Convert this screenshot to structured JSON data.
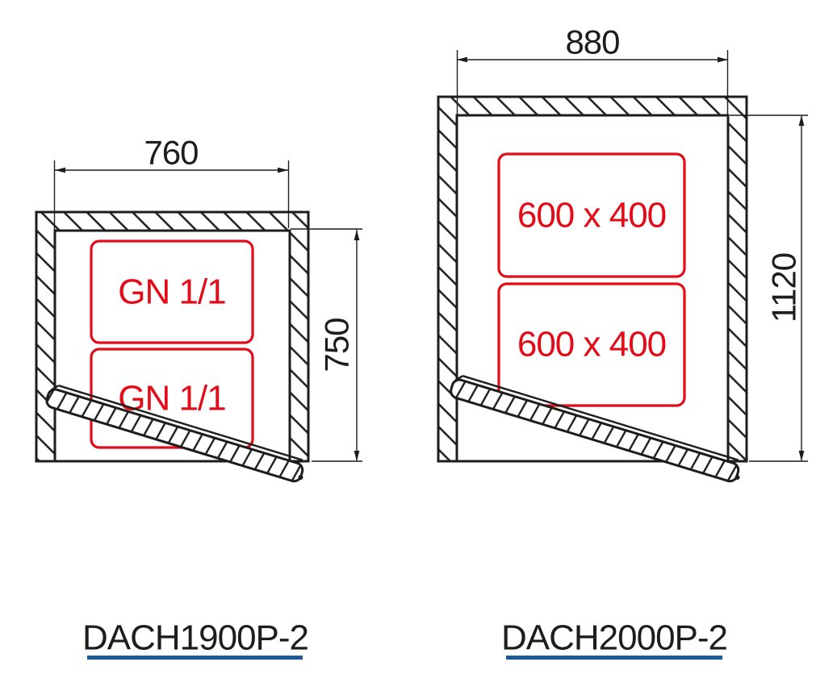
{
  "drawing": {
    "diagrams": [
      {
        "model": "DACH1900P-2",
        "dim_width": "760",
        "dim_height": "750",
        "trays": [
          {
            "label": "GN 1/1"
          },
          {
            "label": "GN 1/1"
          }
        ]
      },
      {
        "model": "DACH2000P-2",
        "dim_width": "880",
        "dim_height": "1120",
        "trays": [
          {
            "label": "600 x 400"
          },
          {
            "label": "600 x 400"
          }
        ]
      }
    ],
    "colors": {
      "line": "#1d1d1b",
      "tray": "#e30b17",
      "underline": "#1c5b97"
    }
  }
}
